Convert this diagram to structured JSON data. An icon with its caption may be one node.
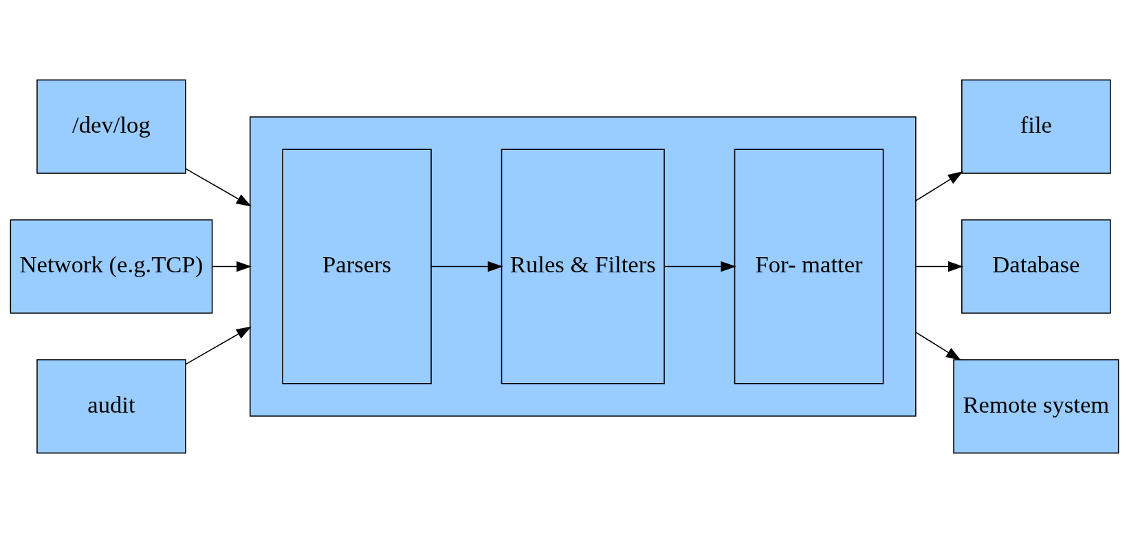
{
  "diagram": {
    "nodes": [
      {
        "text": [
          "/dev/log"
        ]
      },
      {
        "text": [
          "Network (e.g.TCP)"
        ]
      },
      {
        "text": [
          "audit"
        ]
      },
      {
        "text": [],
        "shape": "box"
      },
      {
        "text": [
          "Parsers"
        ],
        "in": 3
      },
      {
        "text": [
          "Rules & Filters"
        ],
        "in": 3
      },
      {
        "text": [
          "For- matter"
        ],
        "in": 3
      },
      {
        "text": [
          "file"
        ]
      },
      {
        "text": [
          "Database"
        ]
      },
      {
        "text": [
          "Remote system"
        ]
      }
    ],
    "edges": [
      {
        "from": 0,
        "to": 3,
        "arrow": "to"
      },
      {
        "from": 1,
        "to": 3,
        "arrow": "to"
      },
      {
        "from": 2,
        "to": 3,
        "arrow": "to"
      },
      {
        "from": 4,
        "to": 5,
        "arrow": "to"
      },
      {
        "from": 5,
        "to": 6,
        "arrow": "to"
      },
      {
        "from": 3,
        "to": 7,
        "arrow": "to"
      },
      {
        "from": 3,
        "to": 8,
        "arrow": "to"
      },
      {
        "from": 3,
        "to": 9,
        "arrow": "to"
      }
    ]
  }
}
